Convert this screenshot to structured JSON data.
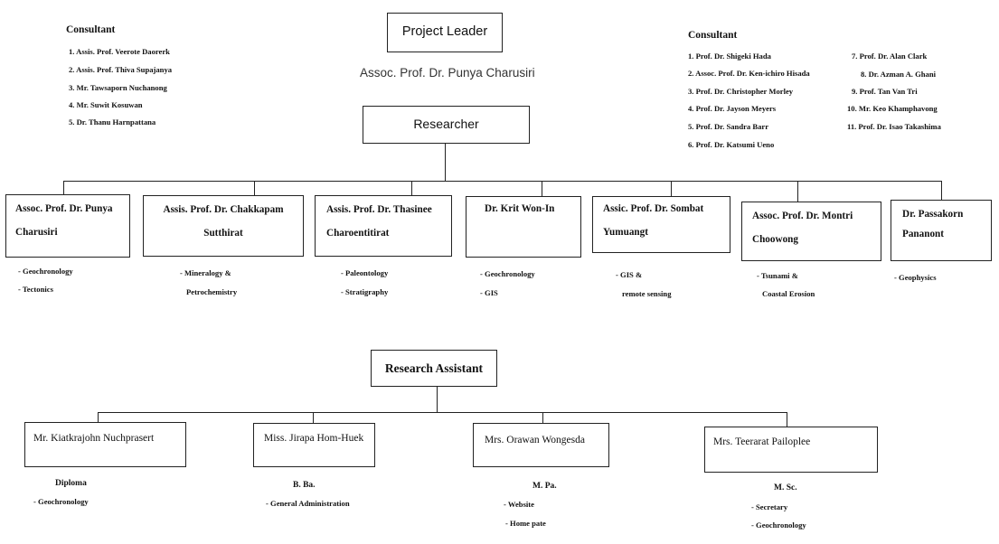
{
  "consultants_left": {
    "title": "Consultant",
    "items": [
      "1.  Assis. Prof. Veerote  Daorerk",
      "2.  Assis. Prof. Thiva  Supajanya",
      "3.  Mr. Tawsaporn  Nuchanong",
      "4.  Mr. Suwit  Kosuwan",
      "5.  Dr. Thanu  Harnpattana"
    ]
  },
  "consultants_right": {
    "title": "Consultant",
    "col1": [
      "1. Prof. Dr. Shigeki  Hada",
      "2. Assoc.  Prof.  Dr.  Ken-ichiro  Hisada",
      "3. Prof. Dr. Christopher  Morley",
      "4. Prof. Dr. Jayson Meyers",
      "5. Prof. Dr. Sandra  Barr",
      "6. Prof. Dr. Katsumi  Ueno"
    ],
    "col2": [
      "7. Prof. Dr. Alan  Clark",
      "8. Dr. Azman A. Ghani",
      "9. Prof. Tan Van Tri",
      "10. Mr. Keo  Khamphavong",
      "11. Prof. Dr. Isao  Takashima"
    ]
  },
  "project_leader": {
    "label": "Project Leader",
    "name": "Assoc. Prof. Dr. Punya  Charusiri"
  },
  "researcher_label": "Researcher",
  "researchers": [
    {
      "line1": "Assoc. Prof. Dr. Punya",
      "line2": "Charusiri",
      "areas": [
        "-  Geochronology",
        "-  Tectonics"
      ]
    },
    {
      "line1": "Assis. Prof. Dr. Chakkapam",
      "line2": "Sutthirat",
      "areas": [
        "- Mineralogy &",
        "Petrochemistry"
      ]
    },
    {
      "line1": "Assis. Prof. Dr. Thasinee",
      "line2": "Charoentitirat",
      "areas": [
        "- Paleontology",
        "- Stratigraphy"
      ]
    },
    {
      "line1": "Dr. Krit  Won-In",
      "line2": "",
      "areas": [
        "- Geochronology",
        "- GIS"
      ]
    },
    {
      "line1": "Assic. Prof. Dr. Sombat",
      "line2": "Yumuangt",
      "areas": [
        "- GIS &",
        "remote sensing"
      ]
    },
    {
      "line1": "Assoc. Prof. Dr. Montri",
      "line2": "Choowong",
      "areas": [
        "- Tsunami &",
        "Coastal Erosion"
      ]
    },
    {
      "line1": "Dr. Passakorn",
      "line2": "Pananont",
      "areas": [
        "- Geophysics"
      ]
    }
  ],
  "research_assistant_label": "Research Assistant",
  "assistants": [
    {
      "name": "Mr. Kiatkrajohn  Nuchprasert",
      "degree": "Diploma",
      "duties": [
        "-  Geochronology"
      ]
    },
    {
      "name": "Miss. Jirapa  Hom-Huek",
      "degree": "B. Ba.",
      "duties": [
        "-  General Administration"
      ]
    },
    {
      "name": "Mrs. Orawan  Wongesda",
      "degree": "M. Pa.",
      "duties": [
        "-  Website",
        "-  Home pate"
      ]
    },
    {
      "name": "Mrs. Teerarat  Pailoplee",
      "degree": "M. Sc.",
      "duties": [
        "-  Secretary",
        "-  Geochronology"
      ]
    }
  ]
}
